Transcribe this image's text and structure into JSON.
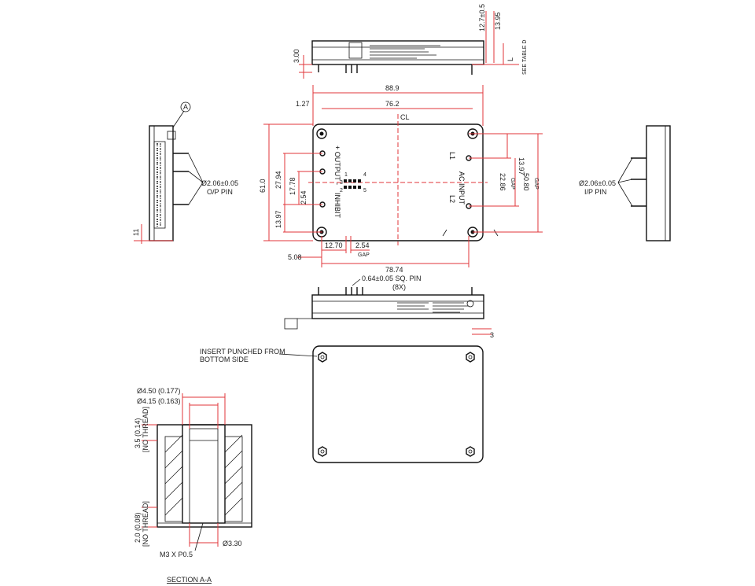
{
  "top_view": {
    "dim_12_7": "12.7±0.5",
    "dim_13_95": "13.95",
    "dim_3_00": "3.00",
    "dim_L": "L",
    "see_table": "SEE TABLE D"
  },
  "main_view": {
    "width_overall": "88.9",
    "hole_pitch_x": "76.2",
    "offset_1_27": "1.27",
    "height_overall": "61.0",
    "hole_pitch_y": "50.80",
    "dim_27_94": "27.94",
    "dim_17_78": "17.78",
    "dim_2_54_v": "2.54",
    "dim_13_97_left": "13.97",
    "dim_13_97_right": "13.97",
    "dim_22_86": "22.86",
    "dim_5_08": "5.08",
    "dim_12_70": "12.70",
    "dim_2_54_h": "2.54",
    "dim_78_74": "78.74",
    "ref_gap": "GAP",
    "output_label": "+ OUTPUT -",
    "inhibit_label": "INHIBIT",
    "input_label": "AC INPUT",
    "l1": "L1",
    "l2": "L2",
    "centerline": "CL",
    "pin_labels": [
      "1",
      "2",
      "3",
      "4",
      "5"
    ]
  },
  "left_side": {
    "callout_a": "A",
    "pin_dim": "Ø2.06±0.05",
    "pin_label": "O/P PIN",
    "dim_11": "11"
  },
  "right_side": {
    "pin_dim": "Ø2.06±0.05",
    "pin_label": "I/P PIN"
  },
  "front_view": {
    "sq_pin": "0.64±0.05 SQ. PIN",
    "sq_pin_count": "(8X)",
    "dim_3": "3"
  },
  "bottom_view": {
    "note_line1": "INSERT PUNCHED FROM",
    "note_line2": "BOTTOM SIDE"
  },
  "section": {
    "d450": "Ø4.50 (0.177)",
    "d415": "Ø4.15 (0.163)",
    "depth_35": "3.5 (0.14)",
    "no_thread_1": "[NO THREAD]",
    "depth_20": "2.0 (0.08)",
    "no_thread_2": "[NO THREAD]",
    "thread": "M3 X P0.5",
    "d330": "Ø3.30",
    "title": "SECTION A-A"
  }
}
